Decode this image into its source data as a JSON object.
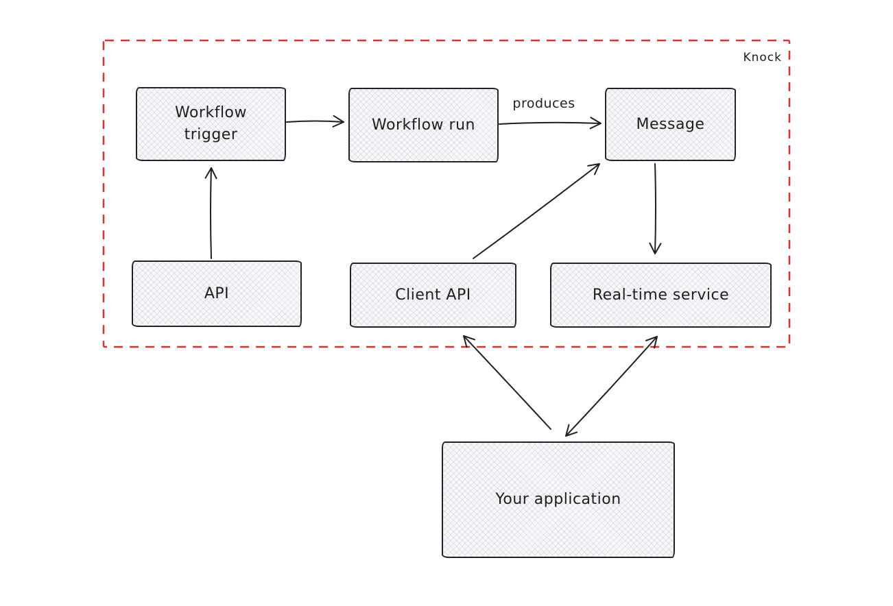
{
  "diagram": {
    "container": {
      "label": "Knock",
      "border_color": "#e03131"
    },
    "colors": {
      "node_stroke": "#232323",
      "node_fill": "#f8f8fa",
      "arrow": "#1e1e1e",
      "text": "#1e1e1e"
    },
    "nodes": [
      {
        "id": "workflow-trigger",
        "label": "Workflow trigger"
      },
      {
        "id": "workflow-run",
        "label": "Workflow run"
      },
      {
        "id": "message",
        "label": "Message"
      },
      {
        "id": "api",
        "label": "API"
      },
      {
        "id": "client-api",
        "label": "Client API"
      },
      {
        "id": "real-time-service",
        "label": "Real-time service"
      },
      {
        "id": "your-application",
        "label": "Your application"
      }
    ],
    "edges": [
      {
        "from": "workflow-trigger",
        "to": "workflow-run",
        "label": "",
        "bidirectional": false
      },
      {
        "from": "workflow-run",
        "to": "message",
        "label": "produces",
        "bidirectional": false
      },
      {
        "from": "api",
        "to": "workflow-trigger",
        "label": "",
        "bidirectional": false
      },
      {
        "from": "client-api",
        "to": "message",
        "label": "",
        "bidirectional": false
      },
      {
        "from": "message",
        "to": "real-time-service",
        "label": "",
        "bidirectional": false
      },
      {
        "from": "your-application",
        "to": "client-api",
        "label": "",
        "bidirectional": false
      },
      {
        "from": "your-application",
        "to": "real-time-service",
        "label": "",
        "bidirectional": true
      }
    ]
  }
}
